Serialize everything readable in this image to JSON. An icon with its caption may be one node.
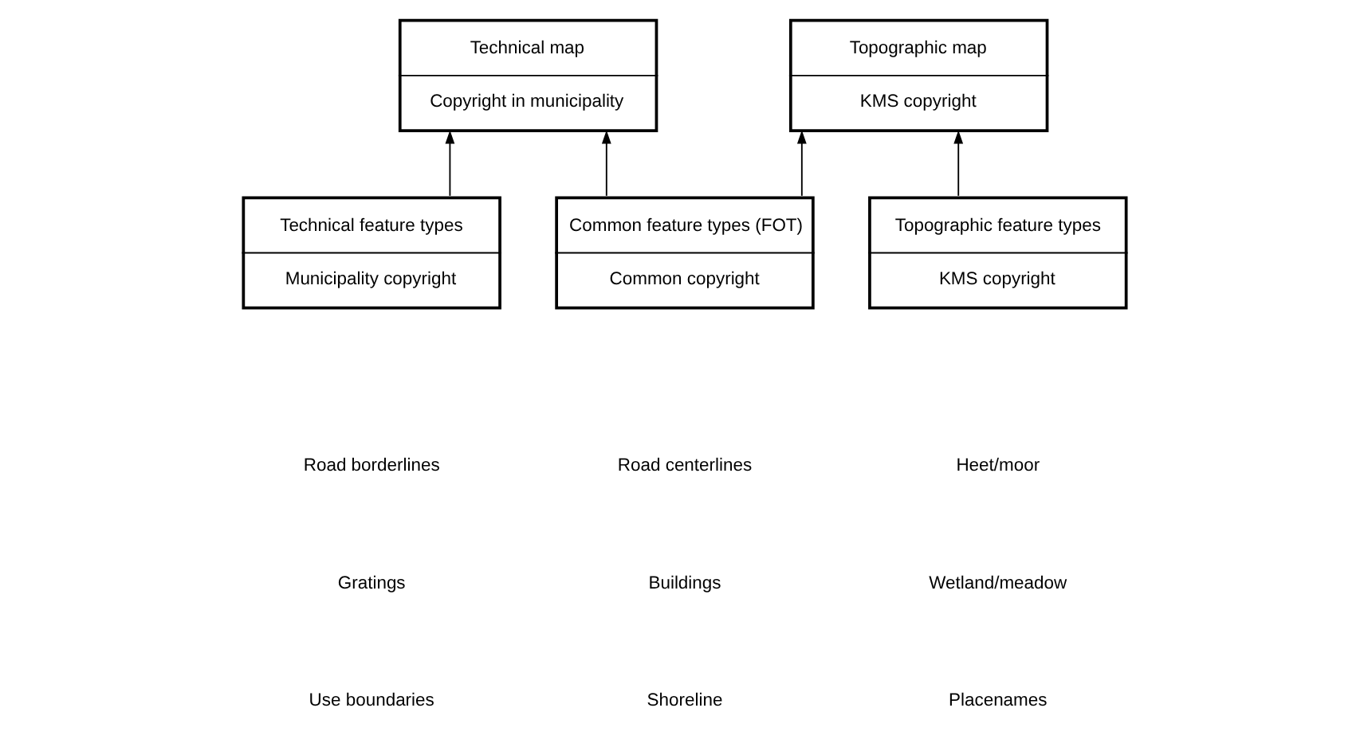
{
  "diagram": {
    "nodes": [
      {
        "text": [
          "Technical map",
          "Copyright in municipality"
        ]
      },
      {
        "text": [
          "Topographic map",
          "KMS copyright"
        ]
      },
      {
        "text": [
          "Technical feature types",
          "Municipality copyright"
        ]
      },
      {
        "text": [
          "Common feature types (FOT)",
          "Common copyright"
        ]
      },
      {
        "text": [
          "Topographic feature types",
          "KMS copyright"
        ]
      }
    ],
    "edges": [
      {
        "from": 2,
        "to": 0,
        "arrow": "to"
      },
      {
        "from": 3,
        "to": 0,
        "arrow": "to"
      },
      {
        "from": 3,
        "to": 1,
        "arrow": "to"
      },
      {
        "from": 4,
        "to": 1,
        "arrow": "to"
      }
    ],
    "labels": [
      "Road borderlines",
      "Gratings",
      "Use boundaries",
      "Road centerlines",
      "Buildings",
      "Shoreline",
      "Heet/moor",
      "Wetland/meadow",
      "Placenames"
    ]
  }
}
